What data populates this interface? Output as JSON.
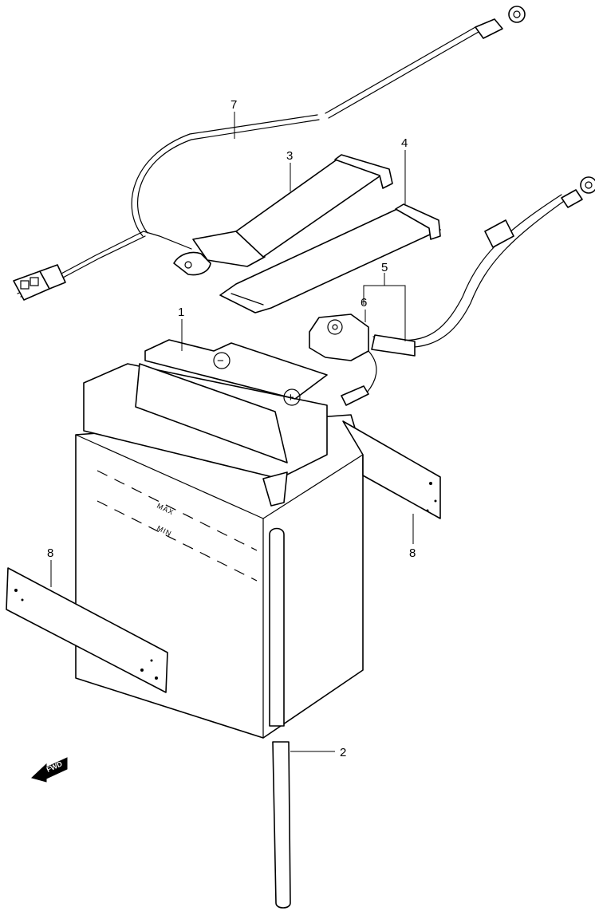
{
  "diagram": {
    "callouts": [
      {
        "id": "1",
        "label": "1"
      },
      {
        "id": "2",
        "label": "2"
      },
      {
        "id": "3",
        "label": "3"
      },
      {
        "id": "4",
        "label": "4"
      },
      {
        "id": "5",
        "label": "5"
      },
      {
        "id": "6",
        "label": "6"
      },
      {
        "id": "7",
        "label": "7"
      },
      {
        "id": "8a",
        "label": "8"
      },
      {
        "id": "8b",
        "label": "8"
      }
    ],
    "battery_marks": {
      "max": "MAX",
      "min": "MIN"
    },
    "terminals": {
      "negative": "−",
      "positive": "+"
    },
    "fwd_arrow": {
      "label": "FWD"
    }
  }
}
